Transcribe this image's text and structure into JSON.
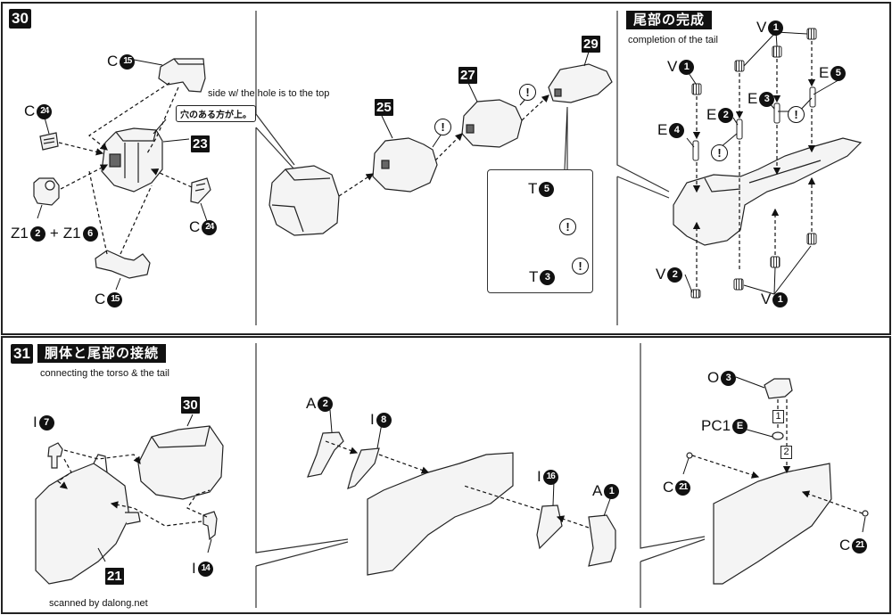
{
  "steps": [
    {
      "number": "30",
      "title_jp": "尾部の完成",
      "title_en": "completion of the tail",
      "note_jp": "穴のある方が上。",
      "note_en": "side w/ the hole is to the top",
      "sub_assembly_refs": [
        "23",
        "25",
        "27",
        "29"
      ],
      "parts_left": [
        {
          "letter": "C",
          "num": "15"
        },
        {
          "letter": "C",
          "num": "24"
        },
        {
          "letter": "Z1",
          "num": "2",
          "plus": "+",
          "letter2": "Z1",
          "num2": "6"
        },
        {
          "letter": "C",
          "num": "24"
        },
        {
          "letter": "C",
          "num": "15"
        }
      ],
      "inset_parts": [
        {
          "letter": "T",
          "num": "5"
        },
        {
          "letter": "T",
          "num": "3"
        }
      ],
      "parts_right": [
        {
          "letter": "V",
          "num": "1"
        },
        {
          "letter": "V",
          "num": "1"
        },
        {
          "letter": "E",
          "num": "5"
        },
        {
          "letter": "E",
          "num": "2"
        },
        {
          "letter": "E",
          "num": "3"
        },
        {
          "letter": "E",
          "num": "4"
        },
        {
          "letter": "V",
          "num": "2"
        },
        {
          "letter": "V",
          "num": "1"
        }
      ],
      "caution_symbol": "!"
    },
    {
      "number": "31",
      "title_jp": "胴体と尾部の接続",
      "title_en": "connecting the torso & the tail",
      "sub_assembly_refs": [
        "30",
        "21"
      ],
      "parts_left": [
        {
          "letter": "I",
          "num": "7"
        },
        {
          "letter": "I",
          "num": "14"
        }
      ],
      "parts_middle": [
        {
          "letter": "A",
          "num": "2"
        },
        {
          "letter": "I",
          "num": "8"
        },
        {
          "letter": "I",
          "num": "16"
        },
        {
          "letter": "A",
          "num": "1"
        }
      ],
      "parts_right": [
        {
          "letter": "O",
          "num": "3"
        },
        {
          "letter": "PC1",
          "num": "E"
        },
        {
          "letter": "C",
          "num": "21"
        },
        {
          "letter": "C",
          "num": "21"
        }
      ],
      "order_marks": [
        "1",
        "2"
      ]
    }
  ],
  "watermark": "scanned by dalong.net",
  "colors": {
    "ink": "#111111",
    "paper": "#ffffff",
    "frame": "#222222"
  }
}
